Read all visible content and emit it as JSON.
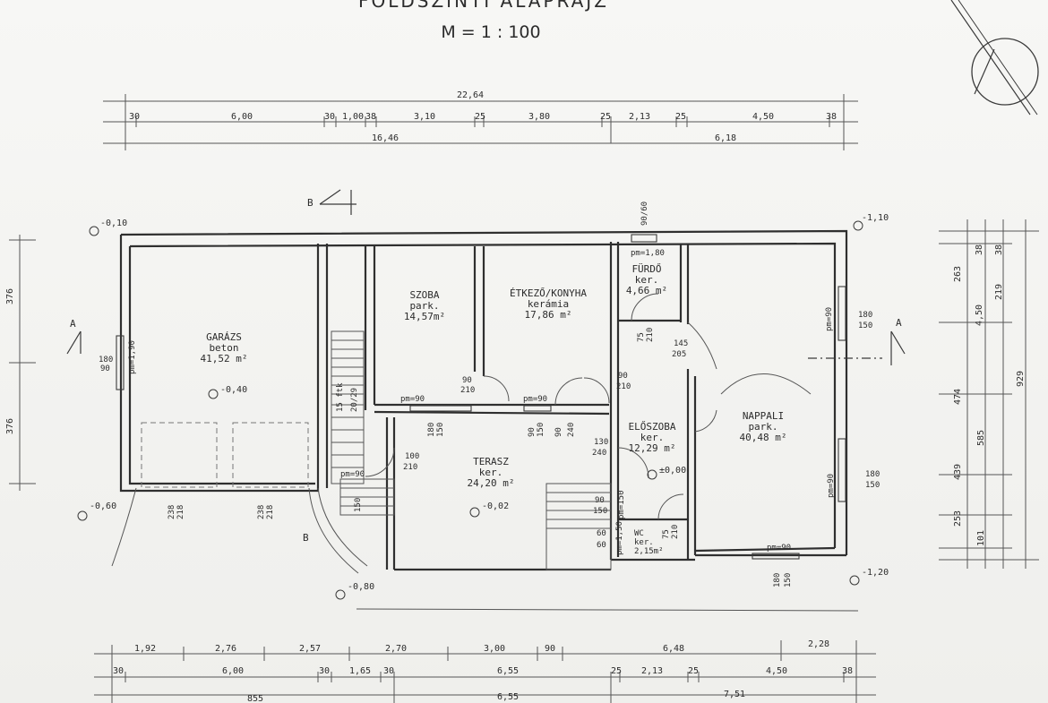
{
  "header": {
    "title": "FÖLDSZINTI ALAPRAJZ",
    "scale": "M = 1 : 100"
  },
  "dims": {
    "top_total": "22,64",
    "top_row": [
      "30",
      "6,00",
      "30",
      "1,00",
      "38",
      "3,10",
      "25",
      "3,80",
      "25",
      "2,13",
      "25",
      "4,50",
      "38"
    ],
    "top_sub_left": "16,46",
    "top_sub_right": "6,18",
    "bottom_row1": [
      "1,92",
      "2,76",
      "2,57",
      "2,70",
      "3,00",
      "90",
      "6,48",
      "2,28"
    ],
    "bottom_row2": [
      "30",
      "6,00",
      "30",
      "1,65",
      "30",
      "6,55",
      "25",
      "2,13",
      "25",
      "4,50",
      "38"
    ],
    "bottom_row3": [
      "855",
      "6,55",
      "7,51"
    ],
    "left_col": [
      "376",
      "376"
    ],
    "right_col": [
      "263",
      "4,50",
      "474",
      "439",
      "253",
      "38",
      "219",
      "38",
      "585",
      "101",
      "929"
    ]
  },
  "rooms": {
    "garage": {
      "name": "GARÁZS",
      "floor": "beton",
      "area": "41,52 m²"
    },
    "room": {
      "name": "SZOBA",
      "floor": "park.",
      "area": "14,57m²"
    },
    "kitchen": {
      "name": "ÉTKEZŐ/KONYHA",
      "floor": "kerámia",
      "area": "17,86 m²"
    },
    "bath": {
      "name": "FÜRDŐ",
      "floor": "ker.",
      "area": "4,66 m²"
    },
    "living": {
      "name": "NAPPALI",
      "floor": "park.",
      "area": "40,48 m²"
    },
    "hall": {
      "name": "ELŐSZOBA",
      "floor": "ker.",
      "area": "12,29 m²"
    },
    "terrace": {
      "name": "TERASZ",
      "floor": "ker.",
      "area": "24,20 m²"
    },
    "wc": {
      "name": "WC",
      "floor": "ker.",
      "area": "2,15m²"
    }
  },
  "levels": {
    "nw": "-0,10",
    "ne": "-1,10",
    "garage": "-0,40",
    "sw": "-0,60",
    "terrace": "-0,02",
    "hall": "±0,00",
    "se": "-1,20",
    "bottom": "-0,80"
  },
  "openings": {
    "w_top_bath": "90/60",
    "w_bath_label": "pm=1,80",
    "w_garage_a": "180",
    "w_garage_b": "90",
    "w_garage_pm": "pm=1,90",
    "d_room": "90",
    "d_room_h": "210",
    "w_room_pm": "pm=90",
    "d_kitchen": "90",
    "d_kitchen_h": "210",
    "w_kitchen_pm": "pm=90",
    "w_ter1": "180",
    "w_ter1h": "150",
    "w_ter2": "90",
    "w_ter2h": "150",
    "w_ter3": "90",
    "w_ter3h": "240",
    "d_terrace": "100",
    "d_terrace_h": "210",
    "d_hall": "130",
    "d_hall_h": "240",
    "d_bath": "75",
    "d_bath_h": "210",
    "d_living": "145",
    "d_living_h": "205",
    "stair_w": "15 ftk",
    "stair_h": "20/29",
    "w_living_r1": "180",
    "w_living_r1h": "150",
    "w_living_pm1": "pm=90",
    "w_living_r2": "180",
    "w_living_r2h": "150",
    "w_living_pm2": "pm=90",
    "w_living_bot": "180",
    "w_living_both": "150",
    "w_living_pm3": "pm=90",
    "w_wc_a": "90",
    "w_wc_b": "150",
    "w_wc_pm": "pm=150",
    "wc_60a": "60",
    "wc_60b": "60",
    "wc_pm": "pm=1,50",
    "d_wc": "75",
    "d_wc_h": "210",
    "g_door_a": "238",
    "g_door_ah": "218",
    "g_door_b": "238",
    "g_door_bh": "218",
    "pm90_stair": "pm=90",
    "stair_150": "150"
  },
  "sections": {
    "a_left": "A",
    "a_right": "A",
    "b_top": "B",
    "b_bottom": "B"
  }
}
